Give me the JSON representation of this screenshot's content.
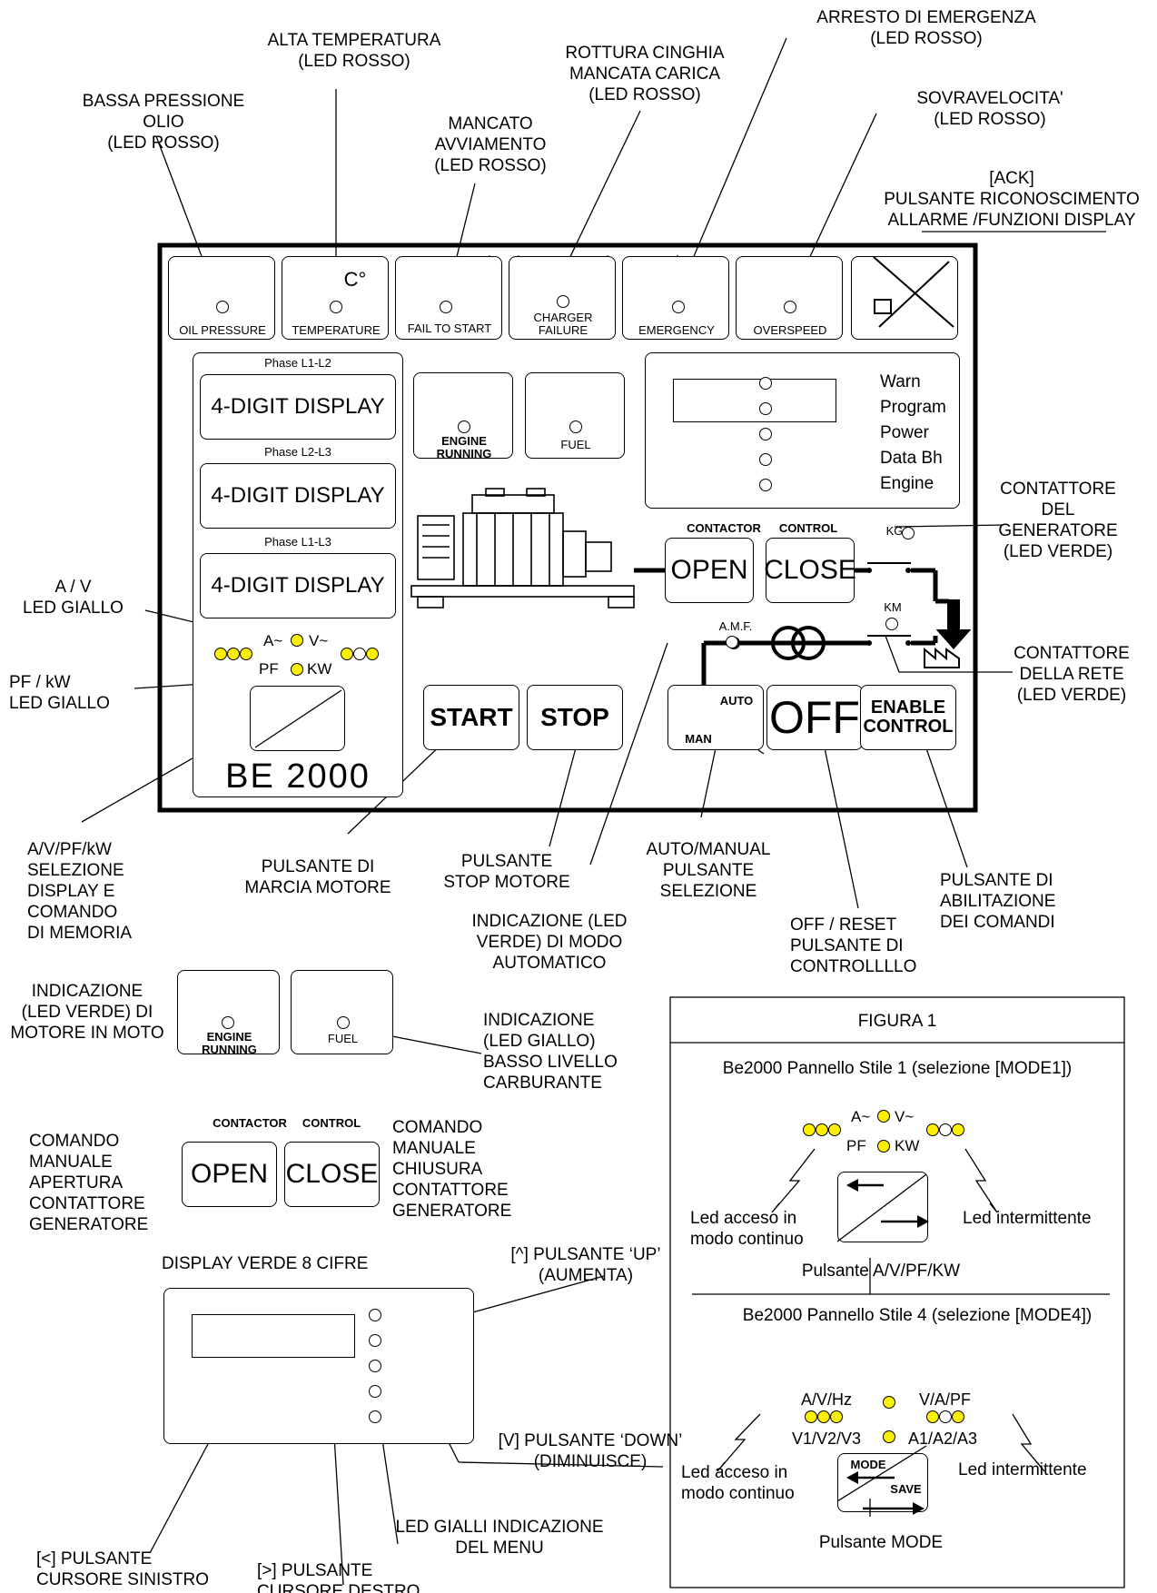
{
  "labels": {
    "arresto": "ARRESTO DI EMERGENZA\n(LED ROSSO)",
    "alta_temp": "ALTA TEMPERATURA\n(LED ROSSO)",
    "rottura": "ROTTURA CINGHIA\nMANCATA CARICA\n(LED ROSSO)",
    "bassa_pressione": "BASSA PRESSIONE\nOLIO\n(LED ROSSO)",
    "mancato": "MANCATO\nAVVIAMENTO\n(LED ROSSO)",
    "sovravelocita": "SOVRAVELOCITA'\n(LED ROSSO)",
    "ack": "[ACK]\nPULSANTE RICONOSCIMENTO\nALLARME /FUNZIONI DISPLAY",
    "contattore_gen": "CONTATTORE\nDEL\nGENERATORE\n(LED VERDE)",
    "contattore_rete": "CONTATTORE\nDELLA RETE\n(LED VERDE)",
    "av_led": "A / V\nLED GIALLO",
    "pf_led": "PF / kW\nLED GIALLO",
    "sel_display": "A/V/PF/kW\nSELEZIONE\nDISPLAY E\nCOMANDO\nDI MEMORIA",
    "marcia": "PULSANTE DI\nMARCIA MOTORE",
    "stop_motore": "PULSANTE\nSTOP MOTORE",
    "auto_manual": "AUTO/MANUAL\nPULSANTE\nSELEZIONE",
    "abilitazione": "PULSANTE DI\nABILITAZIONE\nDEI COMANDI",
    "modo_auto": "INDICAZIONE (LED\nVERDE) DI MODO\nAUTOMATICO",
    "off_reset": "OFF / RESET\nPULSANTE DI\nCONTROLLLLO",
    "motore_moto": "INDICAZIONE\n(LED VERDE) DI\nMOTORE IN MOTO",
    "basso_carb": "INDICAZIONE\n(LED GIALLO)\nBASSO LIVELLO\nCARBURANTE",
    "cmd_apertura": "COMANDO\nMANUALE\nAPERTURA\nCONTATTORE\nGENERATORE",
    "cmd_chiusura": "COMANDO\nMANUALE\nCHIUSURA\nCONTATTORE\nGENERATORE",
    "display_verde": "DISPLAY VERDE 8 CIFRE",
    "up": "[^] PULSANTE ‘UP’\n(AUMENTA)",
    "down": "[V] PULSANTE ‘DOWN’\n(DIMINUISCE)",
    "led_menu": "LED GIALLI INDICAZIONE\nDEL MENU",
    "cursore_sx": "[<] PULSANTE\nCURSORE SINISTRO",
    "cursore_dx": "[>] PULSANTE\nCURSORE DESTRO"
  },
  "panel": {
    "alarms": [
      "OIL PRESSURE",
      "TEMPERATURE",
      "FAIL TO START",
      "CHARGER\nFAILURE",
      "EMERGENCY",
      "OVERSPEED"
    ],
    "phases": [
      "Phase L1-L2",
      "Phase L2-L3",
      "Phase L1-L3"
    ],
    "display_text": "4-DIGIT DISPLAY",
    "engine": "ENGINE\nRUNNING",
    "fuel": "FUEL",
    "menu": [
      "Warn",
      "Program",
      "Power",
      "Data Bh",
      "Engine"
    ],
    "contactor": "CONTACTOR",
    "control": "CONTROL",
    "open": "OPEN",
    "close": "CLOSE",
    "kg": "KG",
    "km": "KM",
    "amf": "A.M.F.",
    "a_sym": "A~",
    "v_sym": "V~",
    "pf": "PF",
    "kw": "KW",
    "start": "START",
    "stop": "STOP",
    "auto": "AUTO",
    "man": "MAN",
    "off": "OFF",
    "enable": "ENABLE\nCONTROL",
    "model": "BE 2000"
  },
  "figura": {
    "title": "FIGURA 1",
    "style1": "Be2000 Pannello Stile 1 (selezione [MODE1])",
    "style4": "Be2000 Pannello Stile 4 (selezione [MODE4])",
    "a_sym": "A~",
    "v_sym": "V~",
    "pf": "PF",
    "kw": "KW",
    "led_continuo": "Led acceso in\nmodo continuo",
    "led_intermittente": "Led intermittente",
    "pulsante_avpf": "Pulsante A/V/PF/KW",
    "avhz": "A/V/Hz",
    "vapf": "V/A/PF",
    "v123": "V1/V2/V3",
    "a123": "A1/A2/A3",
    "mode": "MODE",
    "save": "SAVE",
    "pulsante_mode": "Pulsante MODE"
  },
  "colors": {
    "led_yellow": "#ffef00",
    "line": "#000000"
  }
}
